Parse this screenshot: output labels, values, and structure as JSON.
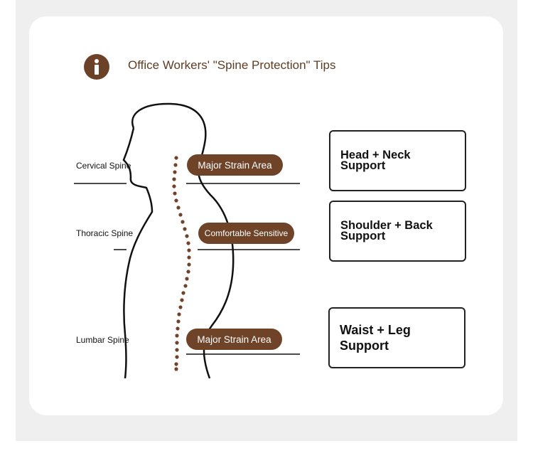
{
  "title": "Office Workers' \"Spine Protection\" Tips",
  "icons": {
    "info": "info-icon"
  },
  "colors": {
    "accent": "#6e4328",
    "title": "#5e3d24"
  },
  "spine_sections": [
    {
      "label": "Cervical Spine",
      "tag": "Major Strain Area",
      "support": "Head + Neck Support"
    },
    {
      "label": "Thoracic Spine",
      "tag": "Comfortable Sensitive",
      "support": "Shoulder + Back Support"
    },
    {
      "label": "Lumbar Spine",
      "tag": "Major Strain Area",
      "support": "Waist + Leg Support"
    }
  ]
}
